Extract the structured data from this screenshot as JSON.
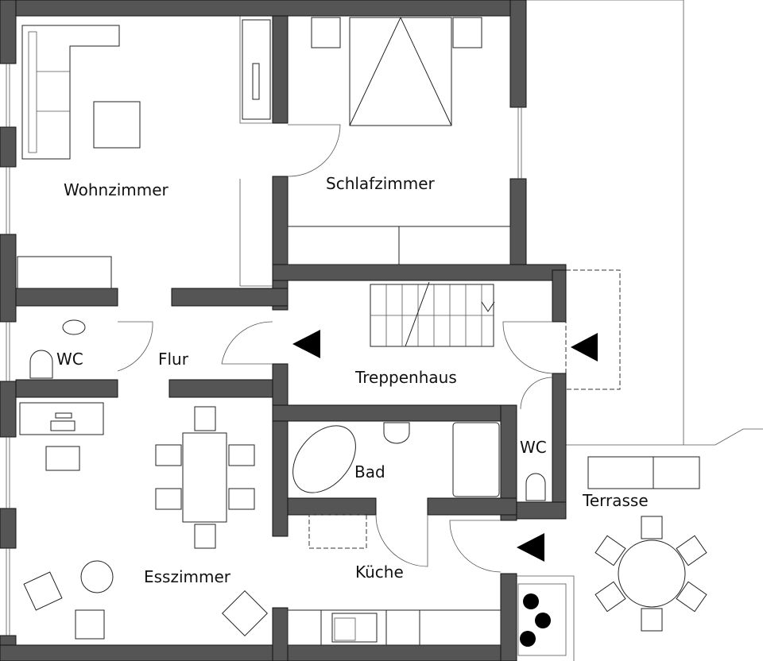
{
  "plan": {
    "rooms": {
      "wohnzimmer": "Wohnzimmer",
      "schlafzimmer": "Schlafzimmer",
      "wc_left": "WC",
      "flur": "Flur",
      "treppenhaus": "Treppenhaus",
      "bad": "Bad",
      "wc_right": "WC",
      "terrasse": "Terrasse",
      "esszimmer": "Esszimmer",
      "kueche": "Küche"
    },
    "colors": {
      "wall": "#555555",
      "line": "#222222"
    }
  }
}
